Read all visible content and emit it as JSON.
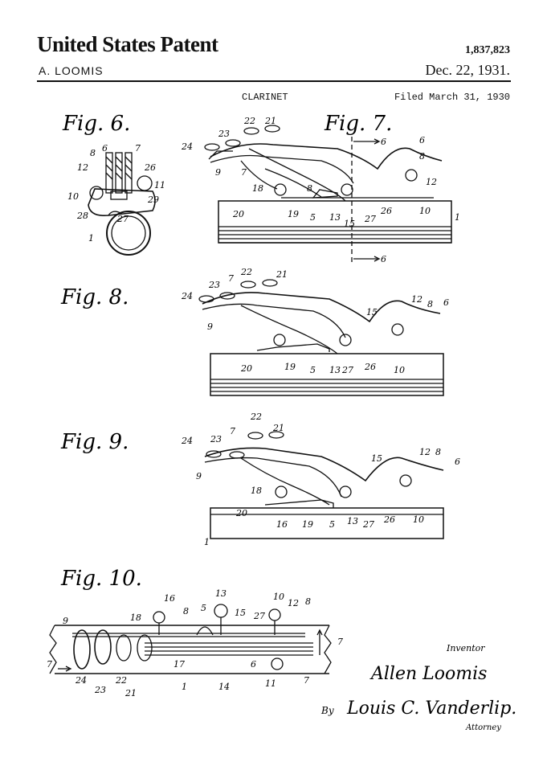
{
  "header": {
    "title": "United States Patent",
    "patent_number": "1,837,823",
    "inventor": "A. LOOMIS",
    "date": "Dec. 22, 1931."
  },
  "subheader": {
    "title": "CLARINET",
    "filed": "Filed March 31, 1930"
  },
  "figures": {
    "fig6": "Fig. 6.",
    "fig7": "Fig. 7.",
    "fig8": "Fig. 8.",
    "fig9": "Fig. 9.",
    "fig10": "Fig. 10."
  },
  "fig6_numbers": [
    "6",
    "7",
    "8",
    "12",
    "26",
    "11",
    "10",
    "29",
    "28",
    "27",
    "1"
  ],
  "fig7_numbers": [
    "22",
    "21",
    "23",
    "24",
    "9",
    "7",
    "8",
    "6",
    "18",
    "8",
    "12",
    "20",
    "19",
    "5",
    "13",
    "15",
    "27",
    "26",
    "10",
    "1",
    "6",
    "6"
  ],
  "fig8_numbers": [
    "22",
    "21",
    "23",
    "7",
    "24",
    "9",
    "15",
    "12",
    "8",
    "6",
    "20",
    "19",
    "5",
    "13",
    "27",
    "26",
    "10"
  ],
  "fig9_numbers": [
    "22",
    "21",
    "7",
    "24",
    "23",
    "9",
    "15",
    "12",
    "8",
    "6",
    "18",
    "20",
    "16",
    "19",
    "5",
    "13",
    "27",
    "26",
    "10",
    "1"
  ],
  "fig10_numbers": [
    "16",
    "13",
    "10",
    "12",
    "8",
    "18",
    "8",
    "5",
    "15",
    "27",
    "9",
    "7",
    "7",
    "17",
    "6",
    "24",
    "23",
    "22",
    "21",
    "1",
    "14",
    "11",
    "7"
  ],
  "signatures": {
    "inventor_label": "Inventor",
    "inventor_name": "Allen Loomis",
    "by": "By",
    "attorney_name": "Louis C. Vanderlip.",
    "attorney_label": "Attorney"
  }
}
